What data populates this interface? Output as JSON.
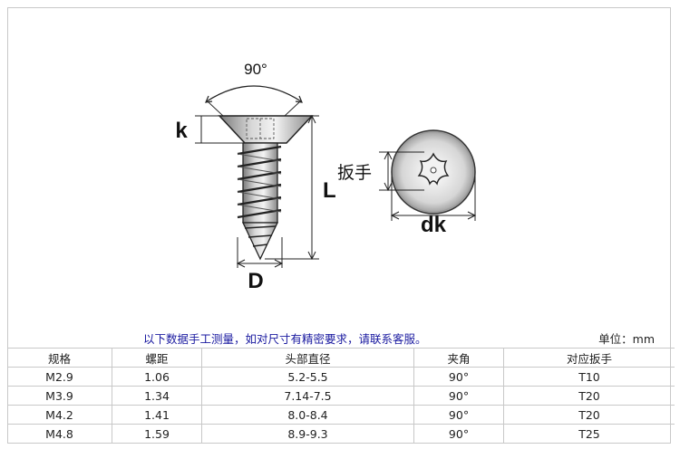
{
  "diagram": {
    "labels": {
      "angle": "90°",
      "head_height": "k",
      "length": "L",
      "diameter": "D",
      "wrench": "扳手",
      "head_diameter": "dk"
    }
  },
  "note": {
    "text": "以下数据手工测量，如对尺寸有精密要求，请联系客服。",
    "unit": "单位：mm"
  },
  "table": {
    "headers": [
      "规格",
      "螺距",
      "头部直径",
      "夹角",
      "对应扳手"
    ],
    "rows": [
      [
        "M2.9",
        "1.06",
        "5.2-5.5",
        "90°",
        "T10"
      ],
      [
        "M3.9",
        "1.34",
        "7.14-7.5",
        "90°",
        "T20"
      ],
      [
        "M4.2",
        "1.41",
        "8.0-8.4",
        "90°",
        "T20"
      ],
      [
        "M4.8",
        "1.59",
        "8.9-9.3",
        "90°",
        "T25"
      ]
    ]
  },
  "colors": {
    "note_text": "#1a1aa0",
    "border": "#c8c8c8",
    "line": "#222222"
  }
}
